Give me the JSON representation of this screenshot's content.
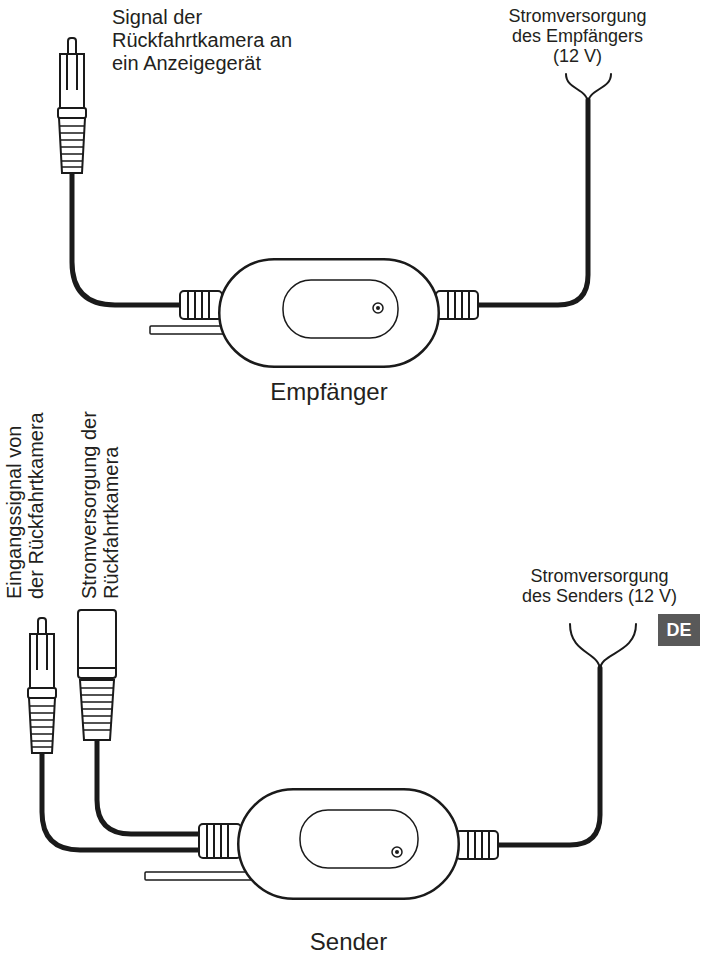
{
  "diagram": {
    "nodes": [
      {
        "text": [
          "Empfänger"
        ]
      },
      {
        "text": [
          "Sender"
        ]
      }
    ],
    "labels": [
      "Signal der Rückfahrtkamera an ein Anzeigegerät",
      "Stromversorgung des Empfängers (12 V)",
      "Eingangssignal von der Rückfahrtkamera",
      "Stromversorgung der Rückfahrtkamera",
      "Stromversorgung des Senders (12 V)",
      "DE"
    ]
  }
}
